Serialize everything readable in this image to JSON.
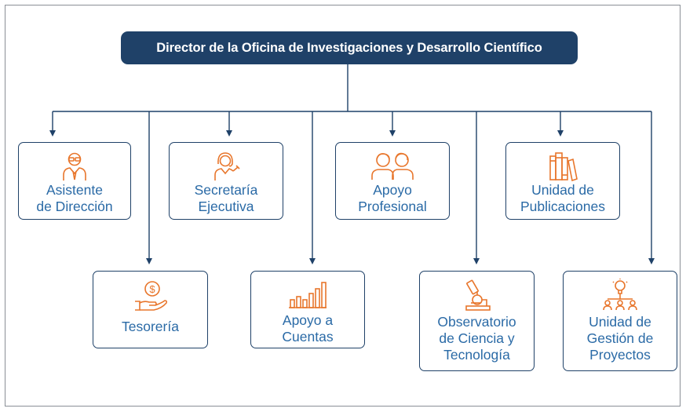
{
  "title": "Director de la Oficina de Investigaciones y Desarrollo Científico",
  "colors": {
    "title_bg": "#1f4168",
    "border": "#1f4168",
    "text": "#2a6aa6",
    "icon": "#e8762c"
  },
  "nodes": {
    "asistente": {
      "label": "Asistente\nde Dirección",
      "icon": "assistant-icon"
    },
    "secretaria": {
      "label": "Secretaría\nEjecutiva",
      "icon": "secretary-icon"
    },
    "apoyo_profesional": {
      "label": "Apoyo\nProfesional",
      "icon": "team-icon"
    },
    "publicaciones": {
      "label": "Unidad de\nPublicaciones",
      "icon": "books-icon"
    },
    "tesoreria": {
      "label": "Tesorería",
      "icon": "money-hand-icon"
    },
    "apoyo_cuentas": {
      "label": "Apoyo a\nCuentas",
      "icon": "bar-chart-icon"
    },
    "observatorio": {
      "label": "Observatorio\nde Ciencia y\nTecnología",
      "icon": "microscope-icon"
    },
    "proyectos": {
      "label": "Unidad de\nGestión de\nProyectos",
      "icon": "project-network-icon"
    }
  }
}
